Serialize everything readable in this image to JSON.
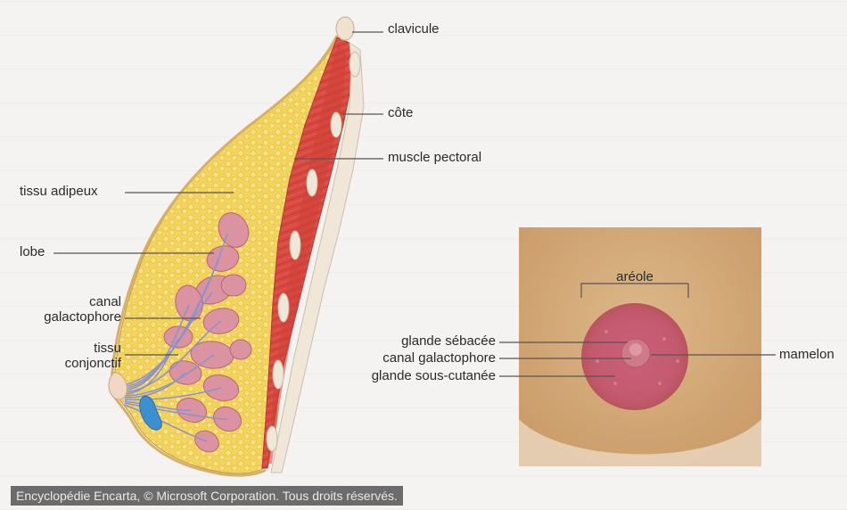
{
  "breast_section": {
    "labels": {
      "clavicule": "clavicule",
      "cote": "côte",
      "muscle_pectoral": "muscle pectoral",
      "tissu_adipeux": "tissu adipeux",
      "lobe": "lobe",
      "canal_galactophore": "canal\ngalactophore",
      "tissu_conjonctif": "tissu\nconjonctif"
    }
  },
  "areola_detail": {
    "labels": {
      "areole": "aréole",
      "glande_sebacee": "glande sébacée",
      "canal_galactophore": "canal galactophore",
      "glande_sous_cutanee": "glande sous-cutanée",
      "mamelon": "mamelon"
    }
  },
  "credit": "Encyclopédie Encarta, © Microsoft Corporation. Tous droits réservés.",
  "colors": {
    "fat": "#f2d25a",
    "muscle": "#d9463f",
    "lobe": "#d98a98",
    "skin": "#d9b07c",
    "areola": "#c0566a"
  }
}
